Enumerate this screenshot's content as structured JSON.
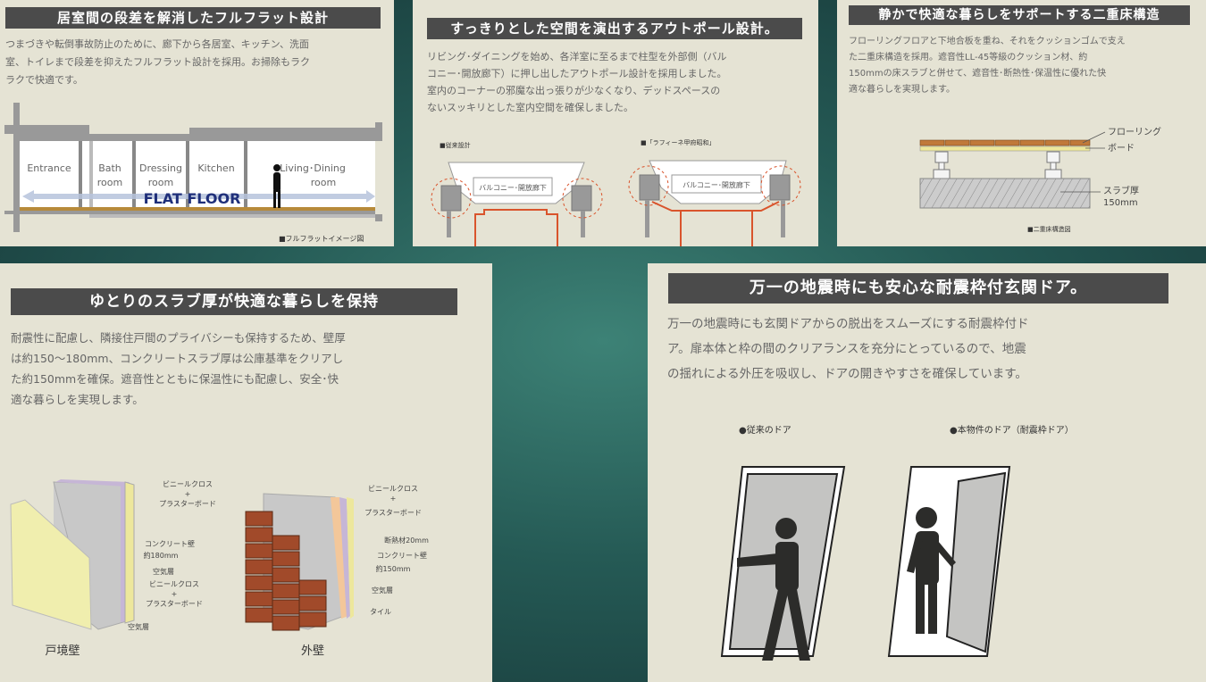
{
  "panels": {
    "flat_floor": {
      "title": "居室間の段差を解消したフルフラット設計",
      "body": "つまづきや転倒事故防止のために、廊下から各居室、キッチン、洗面\n室、トイレまで段差を抑えたフルフラット設計を採用。お掃除もラク\nラクで快適です。",
      "rooms": [
        {
          "l1": "Entrance",
          "l2": ""
        },
        {
          "l1": "Bath",
          "l2": "room"
        },
        {
          "l1": "Dressing",
          "l2": "room"
        },
        {
          "l1": "Kitchen",
          "l2": ""
        },
        {
          "l1": "Living･Dining",
          "l2": "room"
        }
      ],
      "arrow_label": "FLAT FLOOR",
      "caption": "■フルフラットイメージ図"
    },
    "outpole": {
      "title": "すっきりとした空間を演出するアウトポール設計。",
      "body": "リビング･ダイニングを始め、各洋室に至るまで柱型を外部側（バル\nコニー･開放廊下）に押し出したアウトポール設計を採用しました。\n室内のコーナーの邪魔な出っ張りが少なくなり、デッドスペースの\nないスッキリとした室内空間を確保しました。",
      "left_caption": "■従来設計",
      "right_caption": "■「ラフィーネ甲府昭和」",
      "balcony_label": "バルコニー･開放廊下"
    },
    "double_floor": {
      "title": "静かで快適な暮らしをサポートする二重床構造",
      "body": "フローリングフロアと下地合板を重ね、それをクッションゴムで支え\nた二重床構造を採用。遮音性LL-45等級のクッション材、約\n150mmの床スラブと併せて、遮音性･断熱性･保温性に優れた快\n適な暮らしを実現します。",
      "labels": {
        "flooring": "フローリング",
        "board": "ボード",
        "slab": "スラブ厚",
        "slab_mm": "150mm"
      },
      "caption": "■二重床構造図"
    },
    "slab": {
      "title": "ゆとりのスラブ厚が快適な暮らしを保持",
      "body": "耐震性に配慮し、隣接住戸間のプライバシーも保持するため、壁厚\nは約150～180mm、コンクリートスラブ厚は公庫基準をクリアし\nた約150mmを確保。遮音性とともに保温性にも配慮し、安全･快\n適な暮らしを実現します。",
      "party_wall": {
        "name": "戸境壁",
        "labels": [
          "ビニールクロス",
          "+",
          "プラスターボード",
          "コンクリート壁",
          "約180mm",
          "空気層",
          "ビニールクロス",
          "+",
          "プラスターボード",
          "空気層"
        ]
      },
      "outer_wall": {
        "name": "外壁",
        "labels": [
          "ビニールクロス",
          "+",
          "プラスターボード",
          "断熱材20mm",
          "コンクリート壁",
          "約150mm",
          "空気層",
          "タイル"
        ]
      }
    },
    "door": {
      "title": "万一の地震時にも安心な耐震枠付玄関ドア。",
      "body": "万一の地震時にも玄関ドアからの脱出をスムーズにする耐震枠付ド\nア。扉本体と枠の間のクリアランスを充分にとっているので、地震\nの揺れによる外圧を吸収し、ドアの開きやすさを確保しています。",
      "left_caption": "●従来のドア",
      "right_caption": "●本物件のドア（耐震枠ドア）"
    }
  },
  "colors": {
    "background": "#255a55",
    "panel": "#e5e3d4",
    "title_bar": "#4b4b4b",
    "flat_floor_text": "#1f2f7a",
    "accent_red": "#d9542c",
    "brick": "#a14a2a"
  }
}
